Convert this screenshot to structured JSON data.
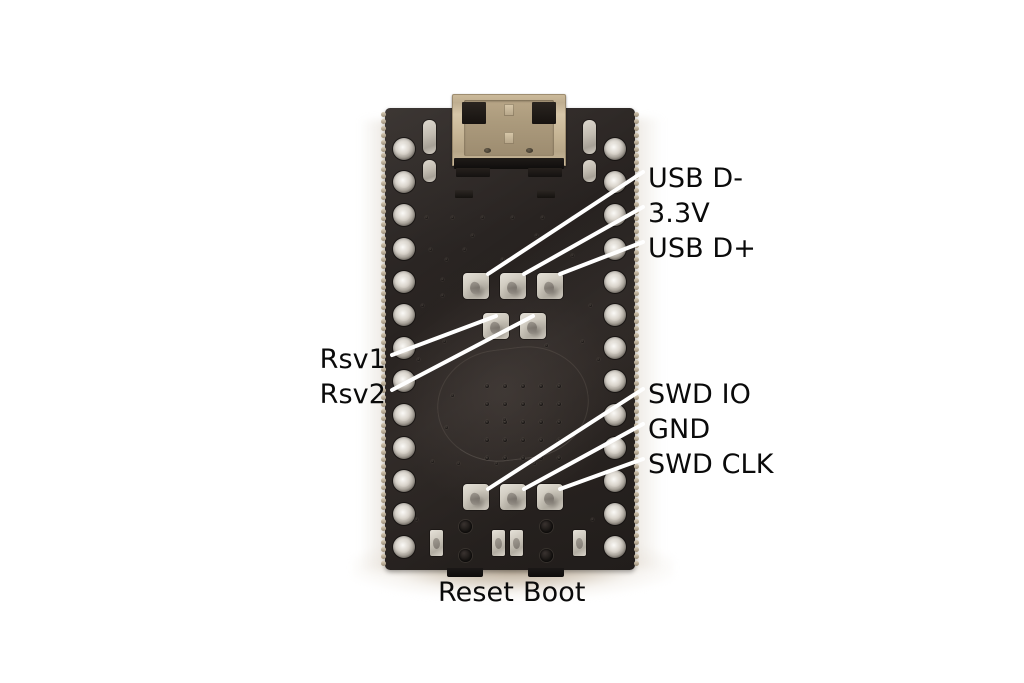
{
  "image": {
    "subject": "Development board rear side pinout photo",
    "background_color": "#ffffff",
    "board_color": "#272220"
  },
  "annotations": {
    "right_top": [
      {
        "label": "USB D-",
        "name": "usb-d-minus"
      },
      {
        "label": "3.3V",
        "name": "three-point-three-volt"
      },
      {
        "label": "USB D+",
        "name": "usb-d-plus"
      }
    ],
    "left_middle": [
      {
        "label": "Rsv1",
        "name": "reserved-1"
      },
      {
        "label": "Rsv2",
        "name": "reserved-2"
      }
    ],
    "right_bottom": [
      {
        "label": "SWD IO",
        "name": "swd-io"
      },
      {
        "label": "GND",
        "name": "ground"
      },
      {
        "label": "SWD CLK",
        "name": "swd-clk"
      }
    ],
    "bottom": [
      {
        "label": "Reset",
        "name": "reset-button"
      },
      {
        "label": "Boot",
        "name": "boot-button"
      }
    ]
  },
  "board": {
    "left_holes": 13,
    "right_holes": 13,
    "connector": "USB-C",
    "top_pad_row": 3,
    "middle_pad_row": 2,
    "bottom_pad_row": 3
  }
}
